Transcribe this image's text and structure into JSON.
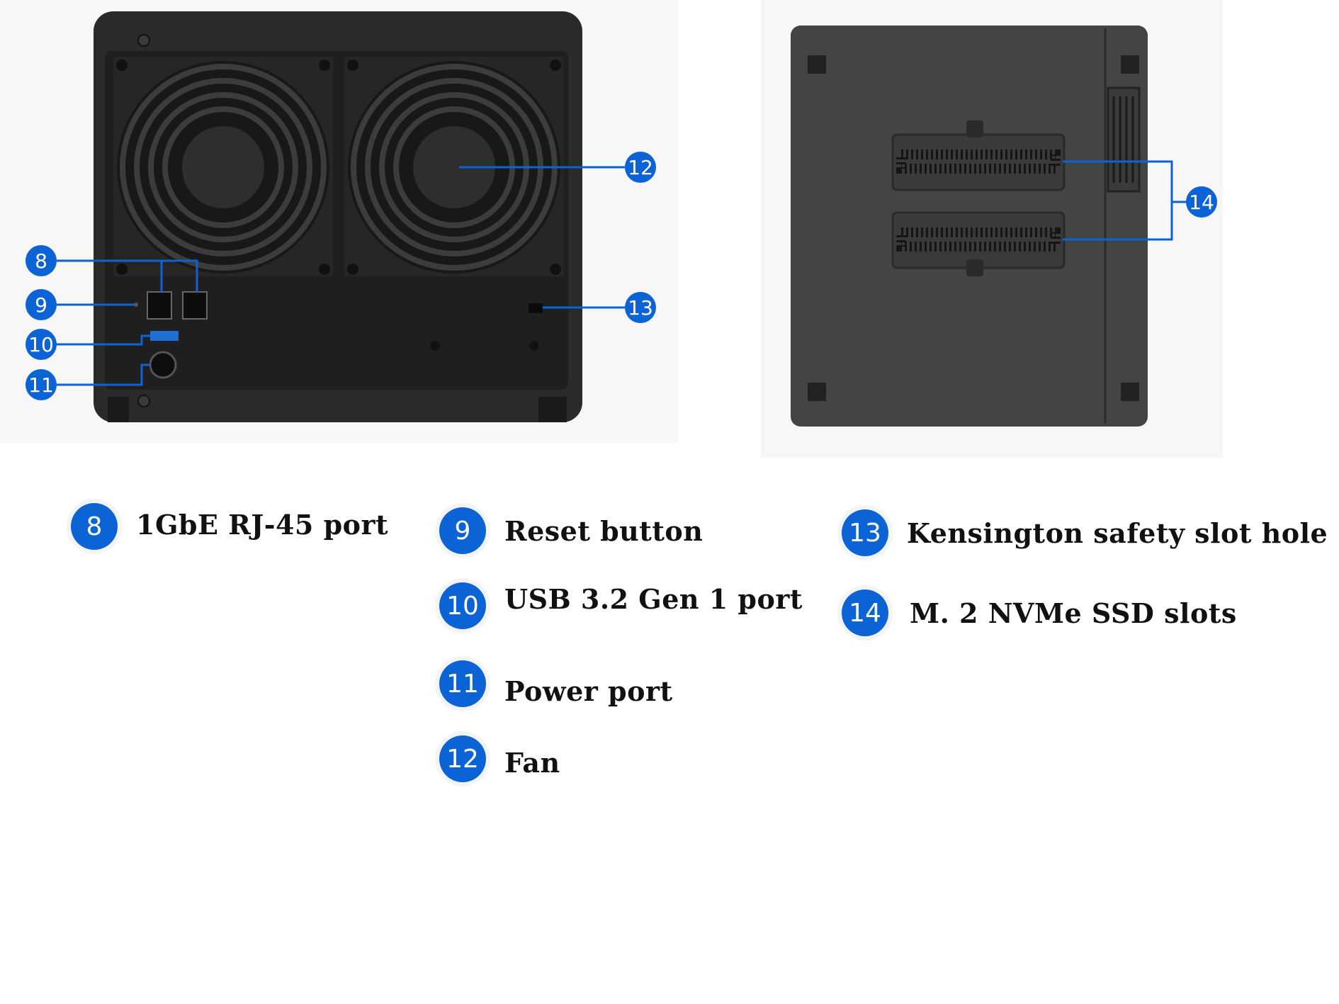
{
  "colors": {
    "callout_blue": "#0b63d6",
    "device_body": "#2b2b2b",
    "device_dark": "#1d1d1d",
    "background": "#ffffff"
  },
  "rear_view": {
    "callouts": [
      "8",
      "9",
      "10",
      "11",
      "12",
      "13"
    ]
  },
  "bottom_view": {
    "callouts": [
      "14"
    ]
  },
  "legend": [
    {
      "number": "8",
      "label": "1GbE RJ-45 port"
    },
    {
      "number": "9",
      "label": "Reset button"
    },
    {
      "number": "10",
      "label": "USB 3.2 Gen 1 port"
    },
    {
      "number": "11",
      "label": "Power port"
    },
    {
      "number": "12",
      "label": "Fan"
    },
    {
      "number": "13",
      "label": "Kensington safety slot hole"
    },
    {
      "number": "14",
      "label": "M. 2 NVMe SSD slots"
    }
  ]
}
